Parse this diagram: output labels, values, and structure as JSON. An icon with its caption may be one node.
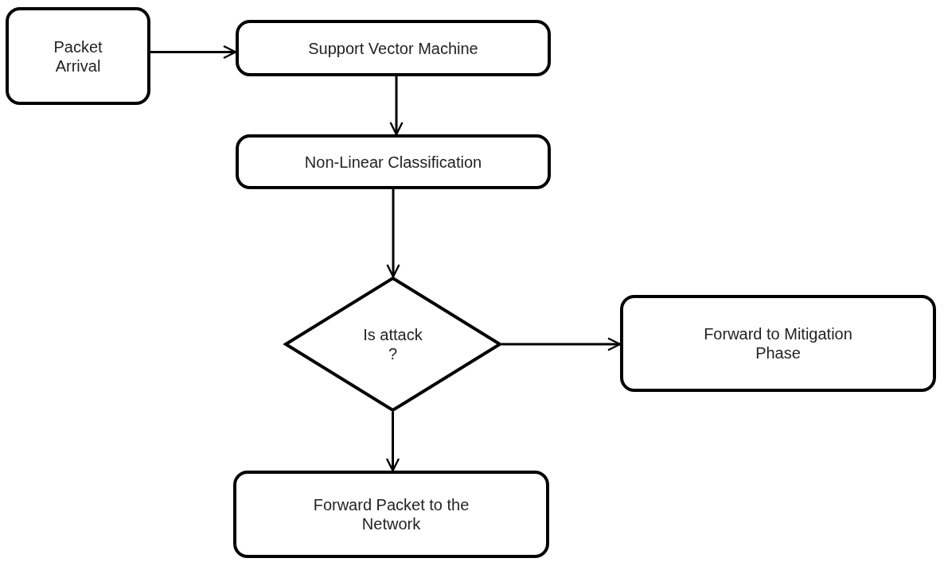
{
  "diagram": {
    "nodes": [
      {
        "text": [
          "Packet Arrival"
        ]
      },
      {
        "text": [
          "Support Vector Machine"
        ]
      },
      {
        "text": [
          "Non-Linear Classification"
        ]
      },
      {
        "text": [
          "Is attack ?"
        ]
      },
      {
        "text": [
          "Forward to Mitigation Phase"
        ]
      },
      {
        "text": [
          "Forward Packet to the Network"
        ]
      }
    ],
    "edges": [
      {
        "from": 0,
        "to": 1,
        "arrow": "to"
      },
      {
        "from": 1,
        "to": 2,
        "arrow": "to"
      },
      {
        "from": 2,
        "to": 3,
        "arrow": "to"
      },
      {
        "from": 3,
        "to": 4,
        "arrow": "to"
      },
      {
        "from": 3,
        "to": 5,
        "arrow": "to"
      }
    ]
  }
}
